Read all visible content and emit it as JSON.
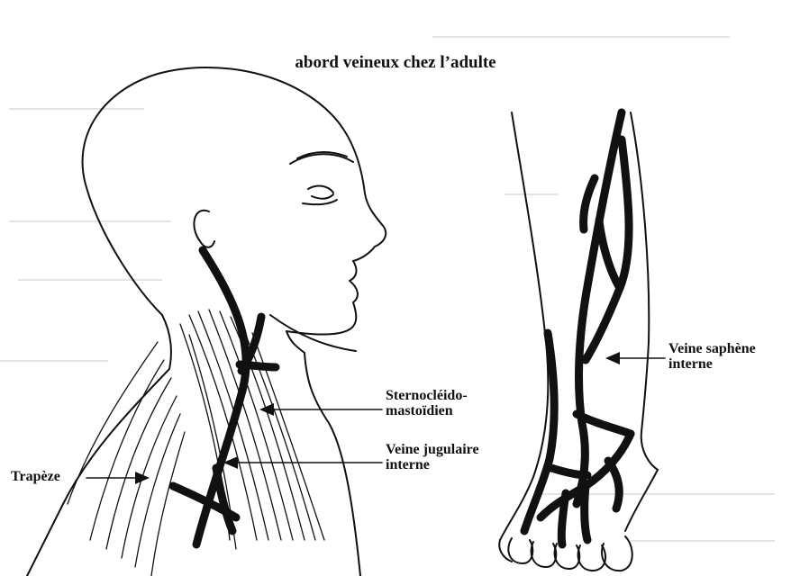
{
  "title": "abord veineux chez l’adulte",
  "labels": {
    "sternocleidomastoid": "Sternocléido-\nmastoïdien",
    "internal_jugular": "Veine jugulaire\ninterne",
    "trapezius": "Trapèze",
    "great_saphenous": "Veine saphène\ninterne"
  },
  "colors": {
    "ink": "#111111",
    "background": "#ffffff",
    "bleed_through": "#e4e4e4"
  }
}
